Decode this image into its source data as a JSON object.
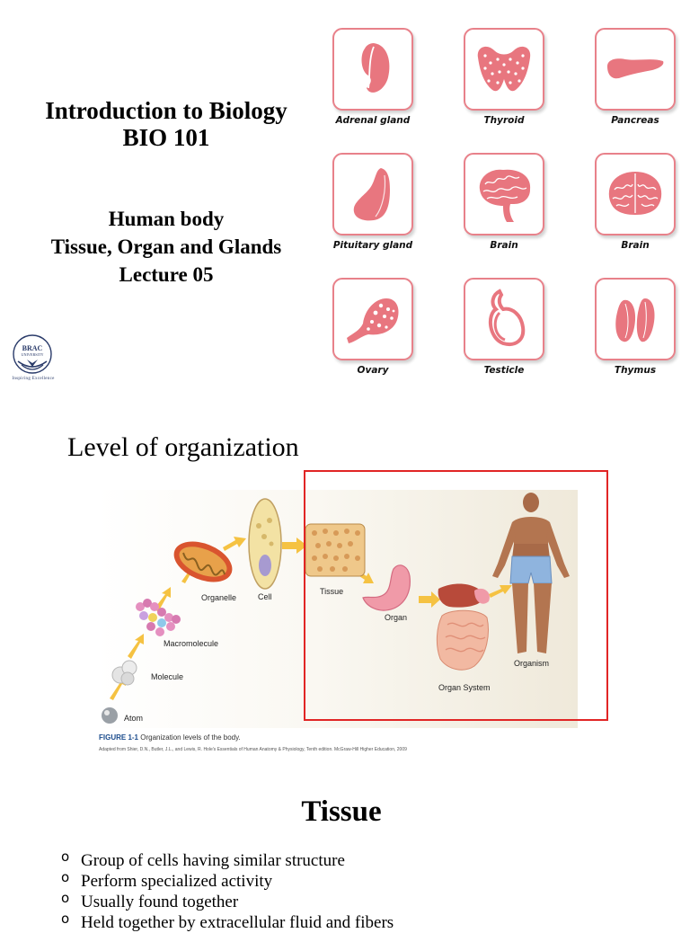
{
  "slide1": {
    "title": "Introduction to Biology",
    "code": "BIO 101",
    "subtitle_lines": [
      "Human body",
      "Tissue, Organ and Glands",
      "Lecture 05"
    ],
    "logo": {
      "line1": "BRAC",
      "line2": "UNIVERSITY",
      "tagline": "Inspiring Excellence"
    },
    "glands": [
      {
        "label": "Adrenal gland",
        "icon": "adrenal-gland-icon"
      },
      {
        "label": "Thyroid",
        "icon": "thyroid-icon"
      },
      {
        "label": "Pancreas",
        "icon": "pancreas-icon"
      },
      {
        "label": "Pituitary gland",
        "icon": "pituitary-gland-icon"
      },
      {
        "label": "Brain",
        "icon": "brain-icon"
      },
      {
        "label": "Brain",
        "icon": "brain-section-icon"
      },
      {
        "label": "Ovary",
        "icon": "ovary-icon"
      },
      {
        "label": "Testicle",
        "icon": "testicle-icon"
      },
      {
        "label": "Thymus",
        "icon": "thymus-icon"
      }
    ],
    "accent_color": "#e8818a"
  },
  "slide2": {
    "title": "Level of organization",
    "levels": [
      "Atom",
      "Molecule",
      "Macromolecule",
      "Organelle",
      "Cell",
      "Tissue",
      "Organ",
      "Organ System",
      "Organism"
    ],
    "caption_number": "FIGURE 1-1",
    "caption_text": "Organization levels of the body.",
    "source": "Adapted from Shier, D.N., Butler, J.L., and Lewis, R. Hole's Essentials of Human Anatomy & Physiology, Tenth edition. McGraw-Hill Higher Education, 2009",
    "highlight_color": "#e12525"
  },
  "slide3": {
    "title": "Tissue",
    "bullets": [
      "Group of cells having similar structure",
      "Perform specialized activity",
      "Usually found together",
      "Held together by extracellular fluid and fibers"
    ]
  }
}
